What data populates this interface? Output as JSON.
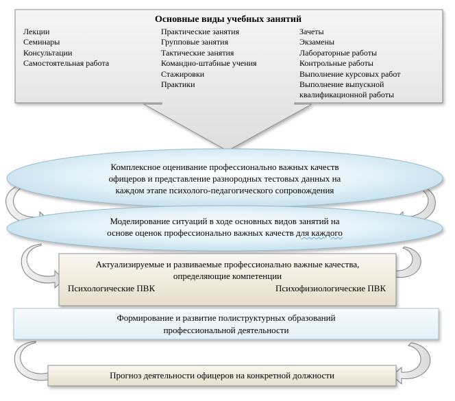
{
  "top_box": {
    "title": "Основные виды учебных занятий",
    "col1": [
      "Лекции",
      "Семинары",
      "Консультации",
      "Самостоятельная работа"
    ],
    "col2": [
      "Практические занятия",
      "Групповые занятия",
      "Тактические занятия",
      "Командно-штабные учения",
      "Стажировки",
      "Практики"
    ],
    "col3": [
      "Зачеты",
      "Экзамены",
      "Лабораторные работы",
      "Контрольные работы",
      "Выполнение курсовых работ",
      "Выполнение выпускной",
      "квалификационной работы"
    ]
  },
  "ellipse1": {
    "line1": "Комплексное оценивание профессионально важных качеств",
    "line2": "офицеров и представление разнородных тестовых данных на",
    "line3": "каждом этапе психолого-педагогического сопровождения"
  },
  "ellipse2": {
    "line1": "Моделирование ситуаций в ходе основных видов занятий на",
    "line2a": "основе оценок профессионально важных качеств ",
    "line2b": "для каждого"
  },
  "box3": {
    "line1": "Актуализируемые и развиваемые профессионально важные качества,",
    "line2": "определяющие компетенции",
    "left": "Психологические ПВК",
    "right": "Психофизиологические ПВК"
  },
  "box4": {
    "line1": "Формирование и развитие полиструктурных образований",
    "line2": "профессиональной деятельности"
  },
  "box5": {
    "line1": "Прогноз деятельности офицеров на конкретной должности"
  }
}
